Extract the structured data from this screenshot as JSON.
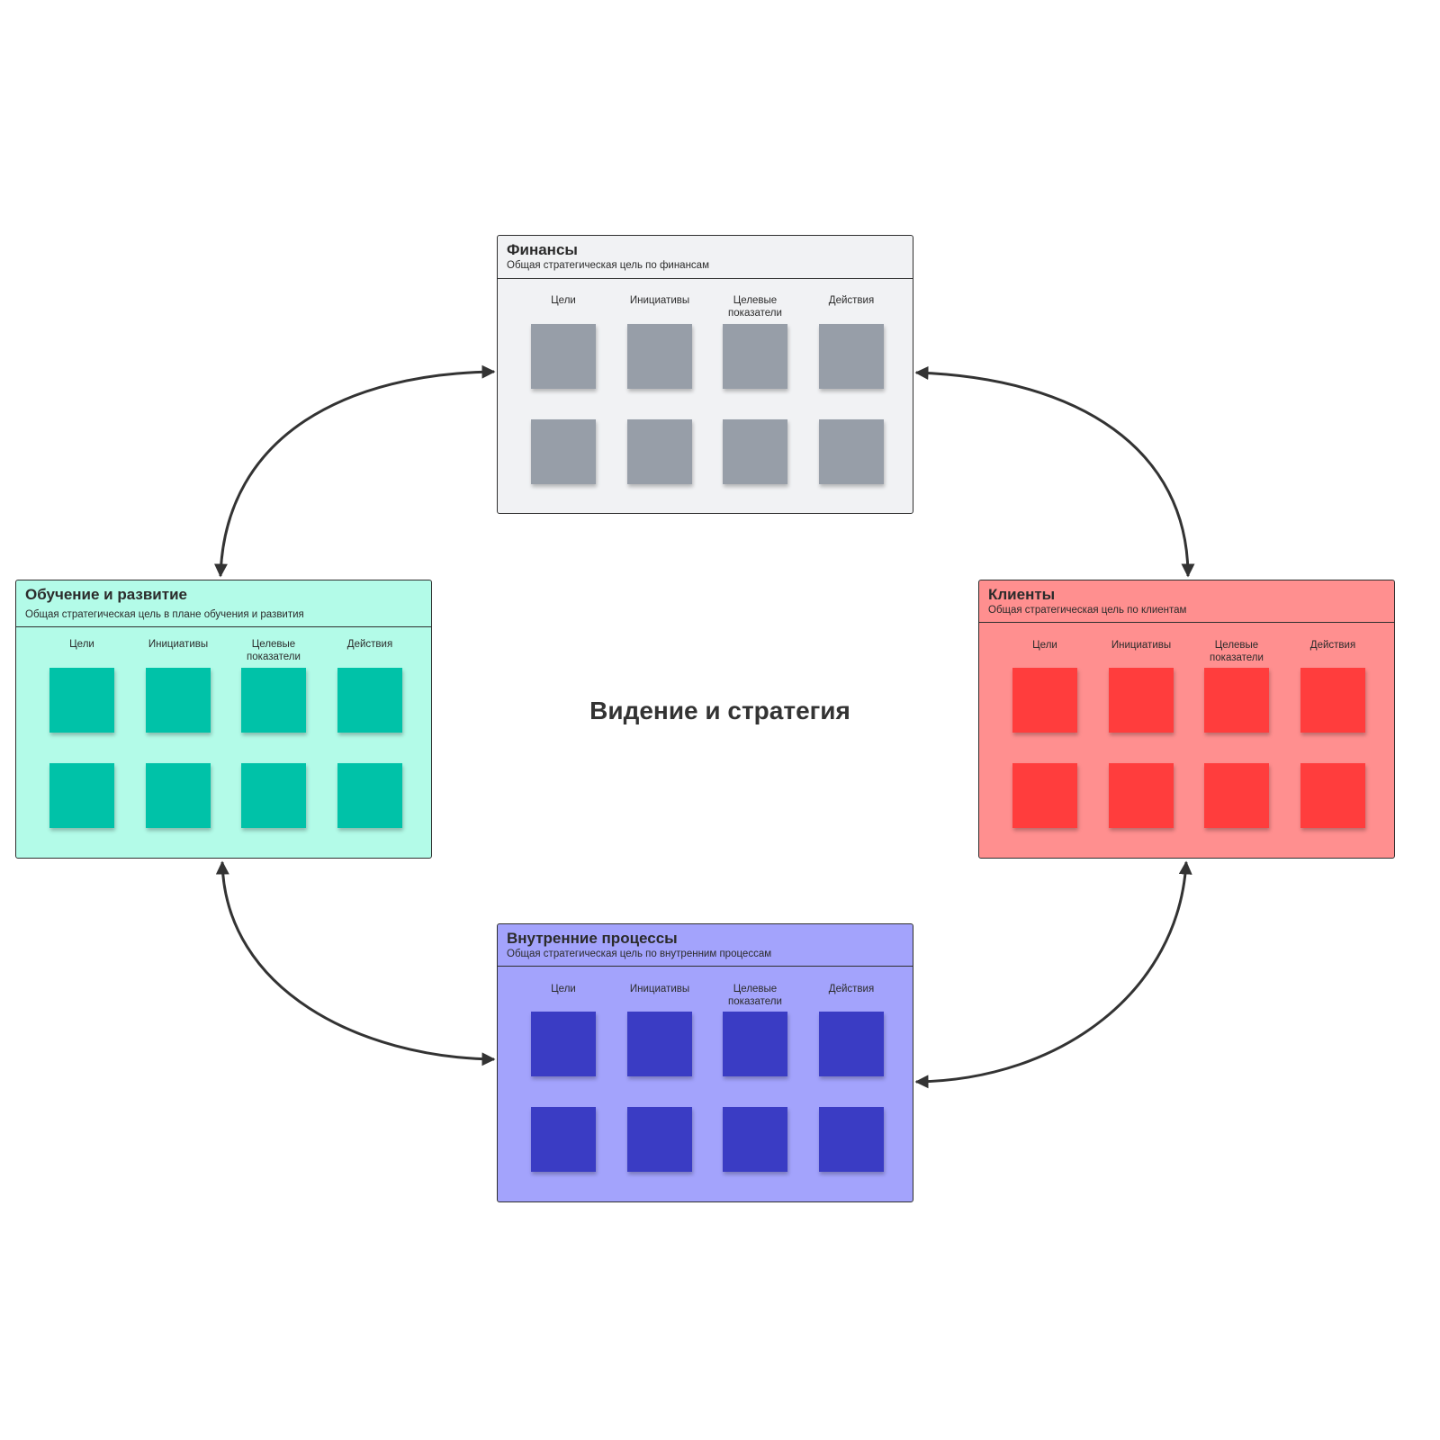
{
  "center_title": "Видение и стратегия",
  "column_labels": [
    "Цели",
    "Инициативы",
    "Целевые показатели",
    "Действия"
  ],
  "panels": [
    {
      "id": "finance",
      "title": "Финансы",
      "subtitle": "Общая стратегическая цель по финансам",
      "bg": "#f1f2f4",
      "note_color": "#979ea8"
    },
    {
      "id": "customers",
      "title": "Клиенты",
      "subtitle": "Общая стратегическая цель по клиентам",
      "bg": "#ff8f8f",
      "note_color": "#ff3d3d"
    },
    {
      "id": "internal",
      "title": "Внутренние процессы",
      "subtitle": "Общая стратегическая цель по внутренним процессам",
      "bg": "#a3a3fc",
      "note_color": "#3a3cc4"
    },
    {
      "id": "learning",
      "title": "Обучение и развитие",
      "subtitle": "Общая стратегическая цель в плане обучения  и развития",
      "bg": "#b3fbe8",
      "note_color": "#00c2a8"
    }
  ],
  "arrow_color": "#333333"
}
